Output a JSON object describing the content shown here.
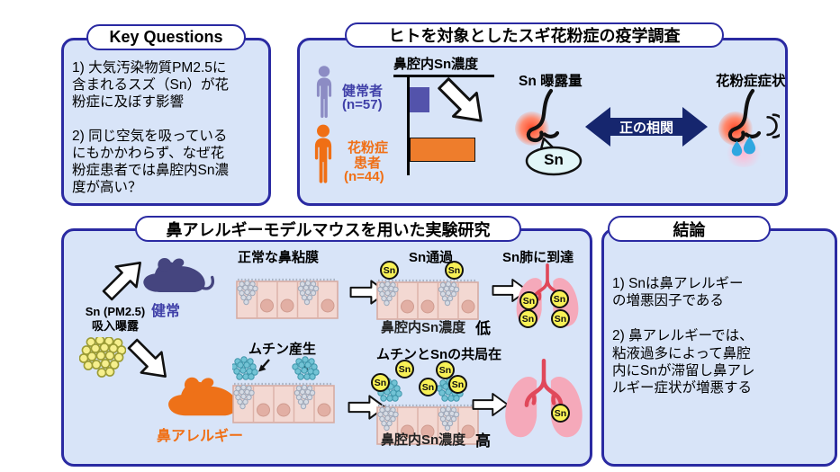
{
  "labels": {
    "sn": "Sn"
  },
  "colors": {
    "panel_fill": "#d8e4f8",
    "panel_border": "#2a2aa2",
    "healthy_blue": "#4040a8",
    "patient_orange": "#f06f15",
    "bar_blue": "#5353ab",
    "bar_orange": "#ee7d2c",
    "correlation_navy": "#16266e",
    "sn_yellow": "#f8f156",
    "lung_pink": "#f5a9ba",
    "mucin_teal": "#72c3d5",
    "drop_blue": "#2fa7e0"
  },
  "icons": {
    "healthy-person-icon": "human pictogram, slate blue",
    "patient-person-icon": "human pictogram, orange",
    "healthy-mouse-icon": "mouse silhouette, dark navy",
    "allergy-mouse-icon": "mouse silhouette, orange",
    "nose-icon": "line-art nose with red inflammation glow",
    "lungs-icon": "pink lungs with red bronchi",
    "sn-particle-badge": "yellow circle labeled Sn",
    "particle-cloud-icon": "cluster of yellow dots",
    "block-arrow-icon": "white block arrow with black outline",
    "correlation-arrow-icon": "navy double-headed arrow",
    "mucin-icon": "teal bubble cluster",
    "tissue-icon": "pink nasal epithelium with goblet cells"
  },
  "key_questions": {
    "title": "Key Questions",
    "body": "1) 大気汚染物質PM2.5に\n含まれるスズ（Sn）が花\n粉症に及ぼす影響\n\n2) 同じ空気を吸っている\nにもかかわらず、なぜ花\n粉症患者では鼻腔内Sn濃\n度が高い？"
  },
  "epidemiology": {
    "title": "ヒトを対象としたスギ花粉症の疫学調査",
    "healthy_label": "健常者",
    "healthy_n": "(n=57)",
    "patient_label_1": "花粉症",
    "patient_label_2": "患者",
    "patient_n": "(n=44)",
    "chart_title": "鼻腔内Sn濃度",
    "exposure_label": "Sn 曝露量",
    "correlation_label": "正の相関",
    "symptom_label": "花粉症症状",
    "bubble_label": "Sn"
  },
  "experiment": {
    "title": "鼻アレルギーモデルマウスを用いた実験研究",
    "exposure_caption": "Sn (PM2.5)\n吸入曝露",
    "healthy_mouse_label": "健常",
    "allergy_mouse_label": "鼻アレルギー",
    "normal_mucosa_label": "正常な鼻粘膜",
    "mucin_production_label": "ムチン産生",
    "sn_passage_label": "Sn通過",
    "colocalization_label": "ムチンとSnの共局在",
    "nasal_sn_label": "鼻腔内Sn濃度",
    "low_label": "低",
    "high_label": "高",
    "lung_arrival_label": "Sn肺に到達"
  },
  "conclusion": {
    "title": "結論",
    "body": "1) Snは鼻アレルギー\nの増悪因子である\n\n2) 鼻アレルギーでは、\n粘液過多によって鼻腔\n内にSnが滞留し鼻アレ\nルギー症状が増悪する"
  },
  "chart_data": {
    "type": "bar",
    "orientation": "horizontal",
    "title": "鼻腔内Sn濃度",
    "categories": [
      "健常者 (n=57)",
      "花粉症患者 (n=44)"
    ],
    "values_relative": [
      1,
      3.3
    ],
    "series_colors": [
      "#5353ab",
      "#ee7d2c"
    ],
    "axis_numeric_labels": false,
    "note": "bar lengths are relative; no numeric scale is shown in the figure"
  }
}
